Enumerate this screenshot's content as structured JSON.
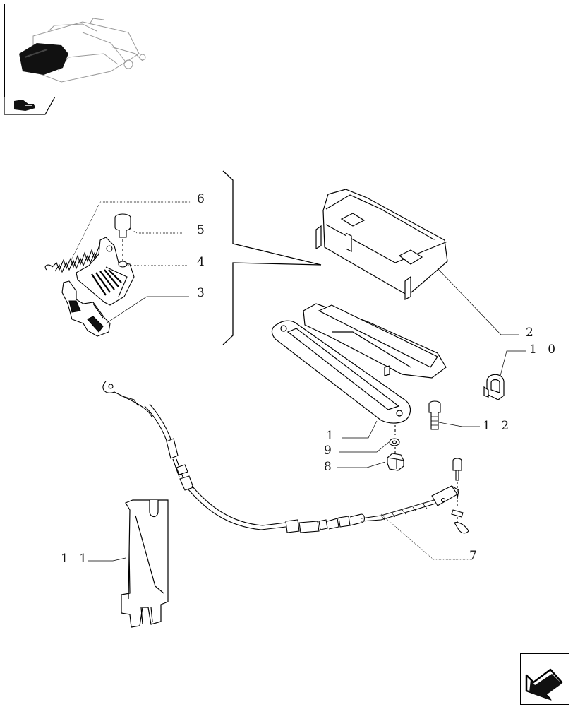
{
  "diagram": {
    "labels": {
      "l1": "1",
      "l2": "2",
      "l3": "3",
      "l4": "4",
      "l5": "5",
      "l6": "6",
      "l7": "7",
      "l8": "8",
      "l9": "9",
      "l10": "1 0",
      "l11": "1 1",
      "l12": "1 2"
    }
  },
  "icons": {
    "thumbnail": "assembly-thumbnail-icon",
    "section_tab": "section-tab-icon",
    "nav": "next-page-arrow-icon"
  }
}
